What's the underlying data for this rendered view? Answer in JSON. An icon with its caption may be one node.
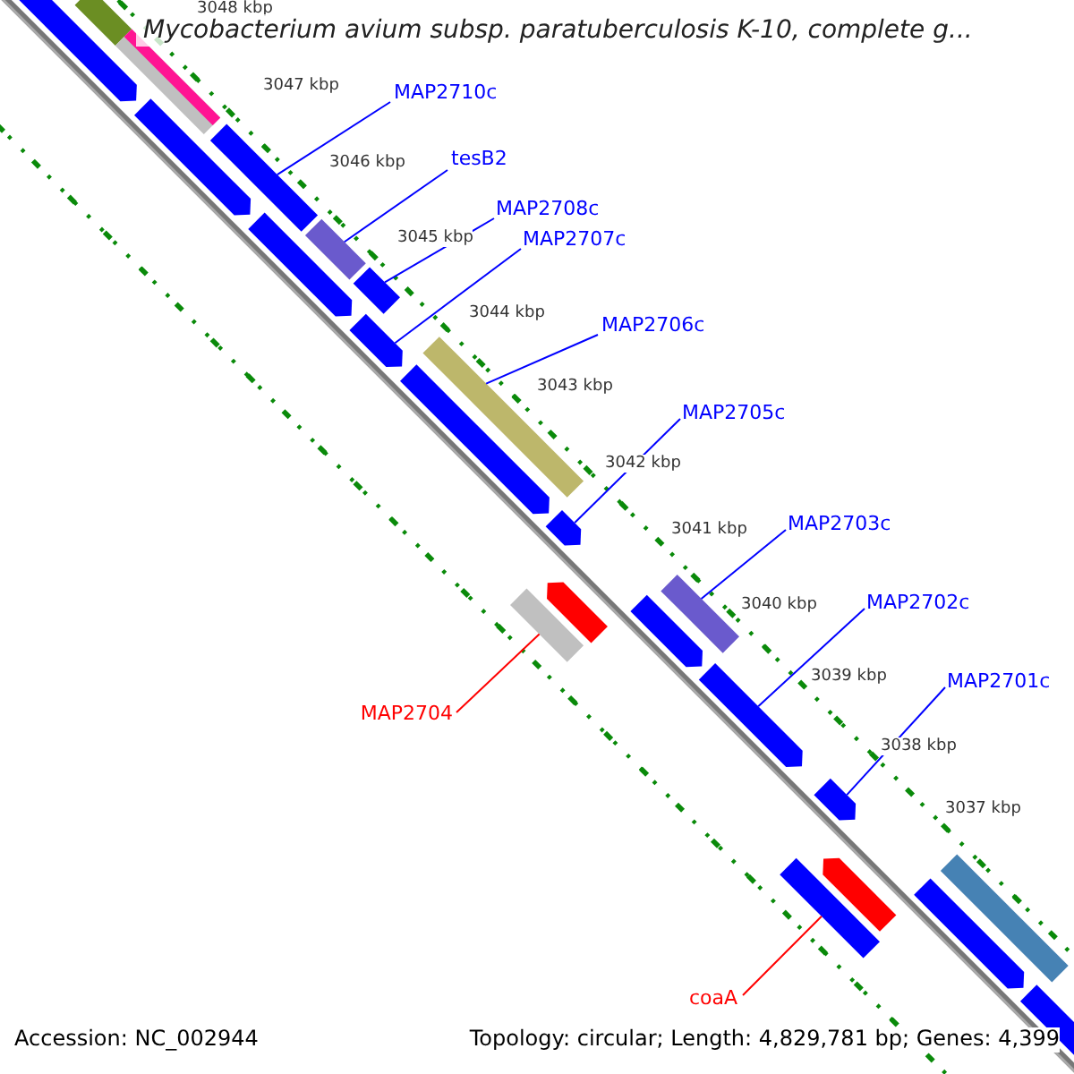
{
  "diagram": {
    "title": "Mycobacterium avium subsp. paratuberculosis K-10, complete g...",
    "nodes": [
      {
        "text": [
          "MAP2710c"
        ]
      },
      {
        "text": [
          "tesB2"
        ]
      },
      {
        "text": [
          "MAP2708c"
        ]
      },
      {
        "text": [
          "MAP2707c"
        ]
      },
      {
        "text": [
          "MAP2706c"
        ]
      },
      {
        "text": [
          "MAP2705c"
        ]
      },
      {
        "text": [
          "MAP2703c"
        ]
      },
      {
        "text": [
          "MAP2702c"
        ]
      },
      {
        "text": [
          "MAP2701c"
        ]
      },
      {
        "text": [
          "MAP2704"
        ]
      },
      {
        "text": [
          "coaA"
        ]
      },
      {
        "text": [],
        "shape": "bar"
      },
      {
        "text": [],
        "shape": "bar"
      },
      {
        "text": [],
        "shape": "bar"
      },
      {
        "text": [],
        "shape": "bar"
      },
      {
        "text": [],
        "shape": "bar"
      },
      {
        "text": [],
        "shape": "bar"
      },
      {
        "text": [],
        "shape": "bar"
      },
      {
        "text": [],
        "shape": "bar"
      },
      {
        "text": [],
        "shape": "bar"
      },
      {
        "text": [],
        "shape": "bar"
      },
      {
        "text": [],
        "shape": "bar"
      },
      {
        "text": [],
        "shape": "bar"
      },
      {
        "text": [],
        "shape": "bar"
      },
      {
        "text": [],
        "shape": "bar"
      },
      {
        "text": [],
        "shape": "bar"
      },
      {
        "text": [],
        "shape": "bar"
      },
      {
        "text": [],
        "shape": "bar"
      },
      {
        "text": [],
        "shape": "bar"
      },
      {
        "text": [],
        "shape": "bar"
      },
      {
        "text": [],
        "shape": "bar"
      },
      {
        "text": [],
        "shape": "bar"
      },
      {
        "text": [],
        "shape": "bar"
      },
      {
        "text": [],
        "shape": "bar"
      }
    ],
    "edges": [
      {
        "from": 0,
        "to": 15,
        "arrow": "none"
      },
      {
        "from": 1,
        "to": 16,
        "arrow": "none"
      },
      {
        "from": 2,
        "to": 18,
        "arrow": "none"
      },
      {
        "from": 3,
        "to": 19,
        "arrow": "none"
      },
      {
        "from": 4,
        "to": 20,
        "arrow": "none"
      },
      {
        "from": 5,
        "to": 22,
        "arrow": "none"
      },
      {
        "from": 6,
        "to": 24,
        "arrow": "none"
      },
      {
        "from": 7,
        "to": 27,
        "arrow": "none"
      },
      {
        "from": 8,
        "to": 28,
        "arrow": "none"
      },
      {
        "from": 9,
        "to": 25,
        "arrow": "none",
        "color": "#ff0000"
      },
      {
        "from": 10,
        "to": 30,
        "arrow": "none",
        "color": "#ff0000"
      }
    ],
    "labels": [
      "3048 kbp",
      "3047 kbp",
      "3046 kbp",
      "3045 kbp",
      "3044 kbp",
      "3043 kbp",
      "3042 kbp",
      "3041 kbp",
      "3040 kbp",
      "3039 kbp",
      "3038 kbp",
      "3037 kbp",
      "Accession: NC_002944",
      "Topology: circular; Length: 4,829,781 bp; Genes: 4,399"
    ]
  }
}
